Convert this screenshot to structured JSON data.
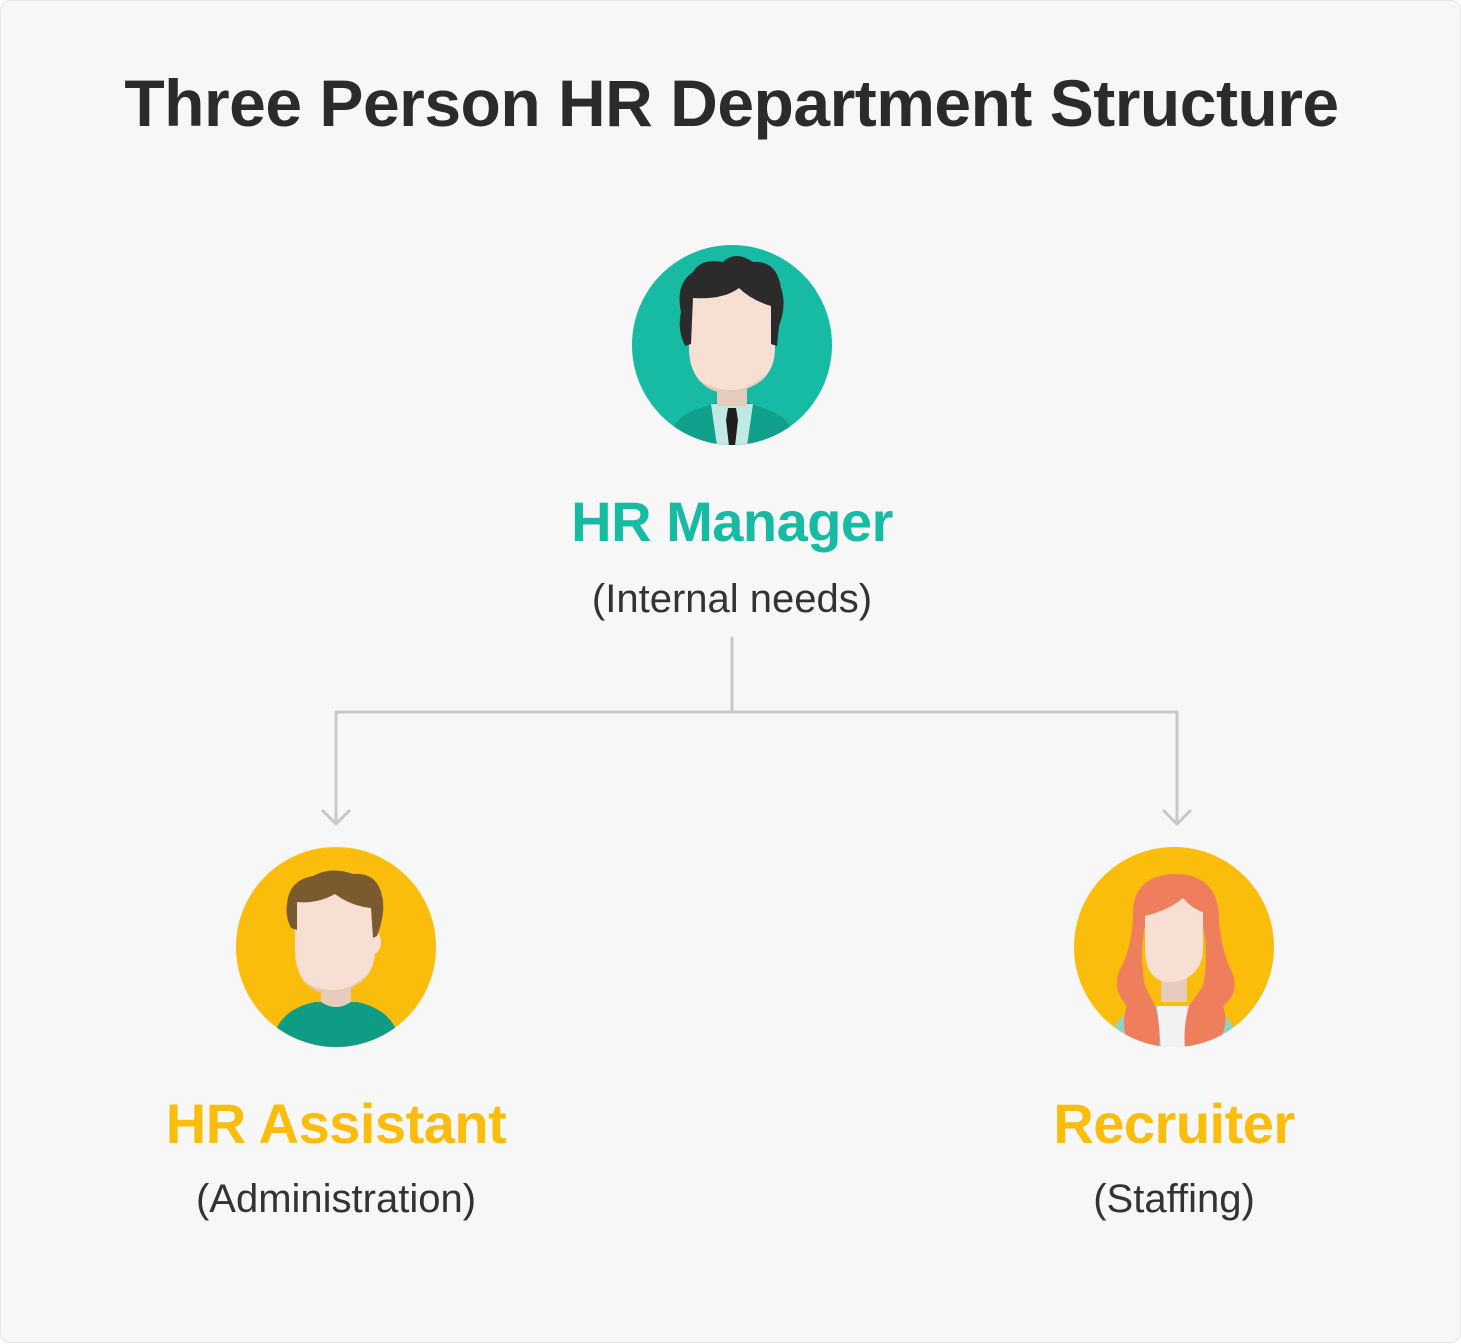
{
  "title": "Three Person HR Department Structure",
  "colors": {
    "manager_accent": "#17bba3",
    "report_accent": "#fbbd0c",
    "connector": "#c8c8c8",
    "text": "#2b2b2b"
  },
  "nodes": {
    "manager": {
      "role": "HR Manager",
      "description": "(Internal needs)",
      "icon": "male-businessman-avatar-icon"
    },
    "assistant": {
      "role": "HR Assistant",
      "description": "(Administration)",
      "icon": "male-avatar-icon"
    },
    "recruiter": {
      "role": "Recruiter",
      "description": "(Staffing)",
      "icon": "female-avatar-icon"
    }
  },
  "edges": [
    {
      "from": "manager",
      "to": "assistant"
    },
    {
      "from": "manager",
      "to": "recruiter"
    }
  ]
}
